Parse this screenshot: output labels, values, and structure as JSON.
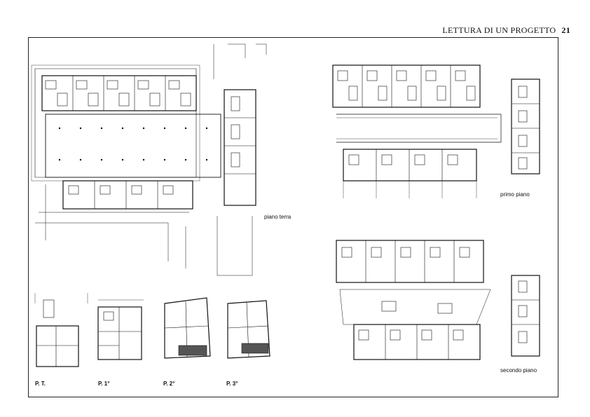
{
  "header": {
    "title": "LETTURA DI UN PROGETTO",
    "page_number": "21"
  },
  "plans": {
    "ground_floor_label": "piano terra",
    "first_floor_label": "primo piano",
    "second_floor_label": "secondo piano"
  },
  "small_plans": {
    "labels": [
      "P. T.",
      "P. 1°",
      "P. 2°",
      "P. 3°"
    ]
  }
}
